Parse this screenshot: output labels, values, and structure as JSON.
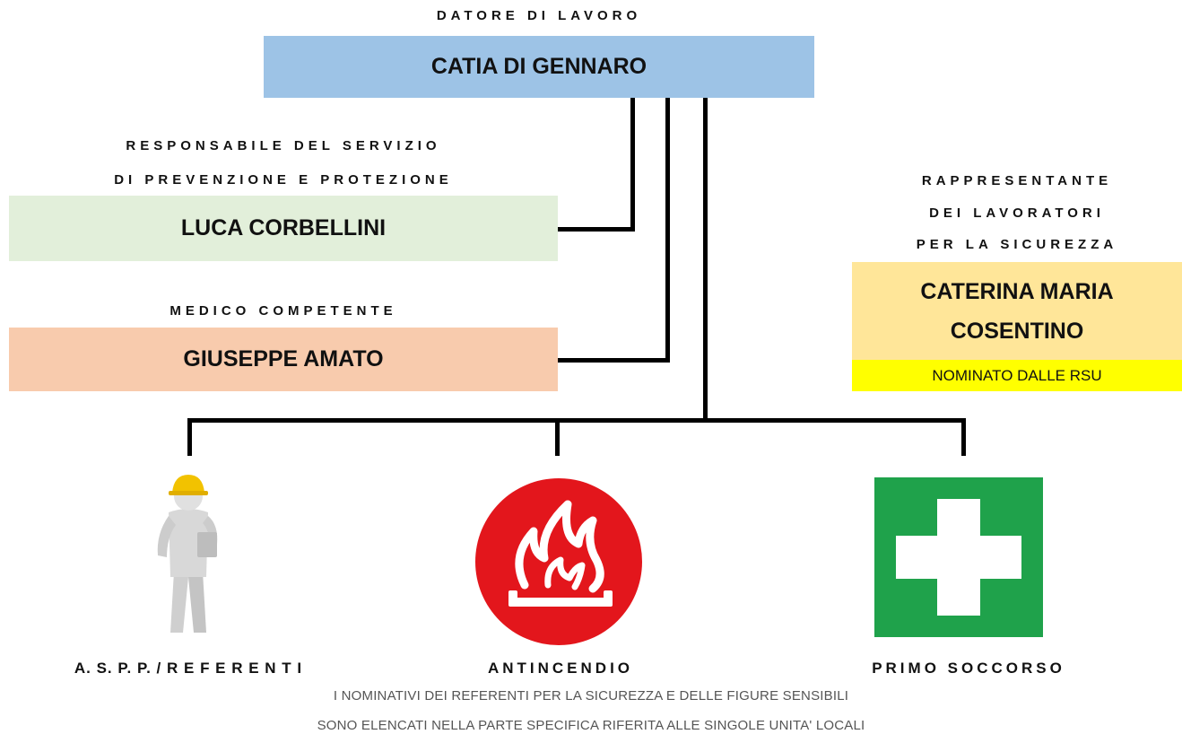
{
  "employer": {
    "caption": "DATORE DI LAVORO",
    "name": "CATIA DI GENNARO",
    "color": "#9dc3e6"
  },
  "rspp": {
    "caption_line1": "RESPONSABILE DEL SERVIZIO",
    "caption_line2": "DI PREVENZIONE E PROTEZIONE",
    "name": "LUCA CORBELLINI",
    "color": "#e2efda"
  },
  "doctor": {
    "caption": "MEDICO COMPETENTE",
    "name": "GIUSEPPE AMATO",
    "color": "#f8cbad"
  },
  "rls": {
    "caption_line1": "RAPPRESENTANTE",
    "caption_line2": "DEI LAVORATORI",
    "caption_line3": "PER LA SICUREZZA",
    "name_line1": "CATERINA MARIA",
    "name_line2": "COSENTINO",
    "note": "NOMINATO DALLE RSU",
    "color": "#ffe699",
    "note_color": "#ffff00"
  },
  "roles": [
    {
      "label": "A. S. P. P. / R E F E R E N T I",
      "icon": "worker-icon"
    },
    {
      "label": "ANTINCENDIO",
      "icon": "fire-icon",
      "color": "#e3161c"
    },
    {
      "label": "PRIMO SOCCORSO",
      "icon": "first-aid-icon",
      "color": "#1fa24b"
    }
  ],
  "footer": {
    "line1": "I NOMINATIVI DEI REFERENTI PER LA SICUREZZA E DELLE FIGURE SENSIBILI",
    "line2": "SONO ELENCATI NELLA PARTE SPECIFICA RIFERITA ALLE SINGOLE UNITA' LOCALI"
  }
}
